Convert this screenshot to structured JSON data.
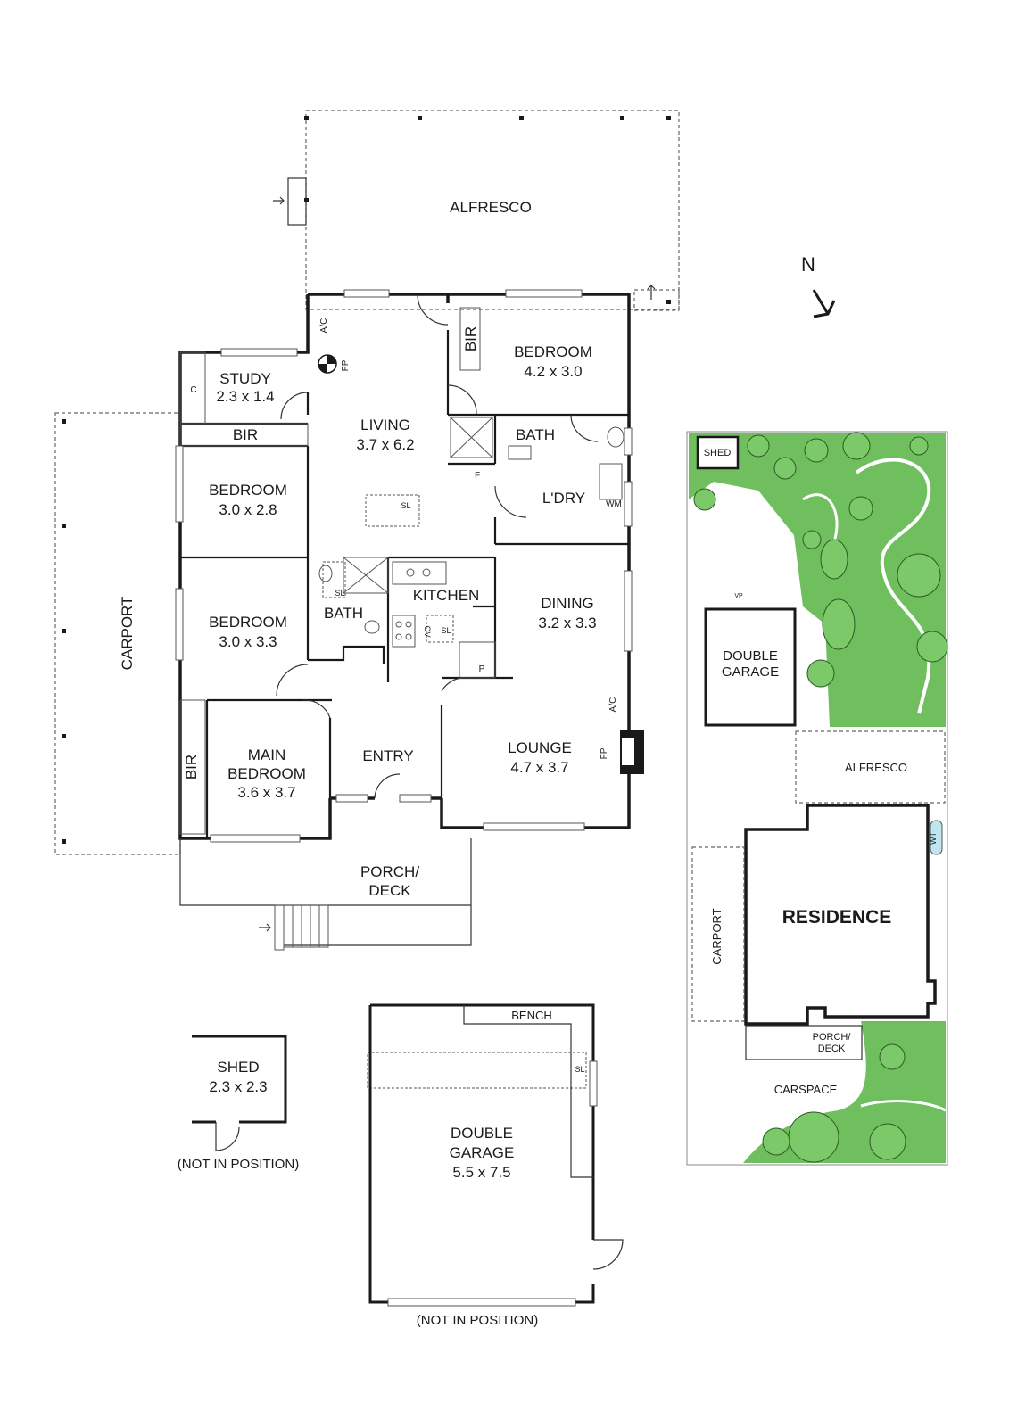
{
  "compass": {
    "label": "N"
  },
  "rooms": {
    "alfresco": "ALFRESCO",
    "bedroom1_name": "BEDROOM",
    "bedroom1_size": "4.2 x 3.0",
    "study_name": "STUDY",
    "study_size": "2.3 x 1.4",
    "living_name": "LIVING",
    "living_size": "3.7 x 6.2",
    "bedroom2_name": "BEDROOM",
    "bedroom2_size": "3.0 x 2.8",
    "bedroom3_name": "BEDROOM",
    "bedroom3_size": "3.0 x 3.3",
    "main_line1": "MAIN",
    "main_line2": "BEDROOM",
    "main_size": "3.6 x 3.7",
    "bath1": "BATH",
    "bath2": "BATH",
    "laundry": "L'DRY",
    "kitchen": "KITCHEN",
    "dining_name": "DINING",
    "dining_size": "3.2 x 3.3",
    "lounge_name": "LOUNGE",
    "lounge_size": "4.7 x 3.7",
    "entry": "ENTRY",
    "porch_line1": "PORCH/",
    "porch_line2": "DECK",
    "carport": "CARPORT",
    "bir": "BIR"
  },
  "fixtures": {
    "ac": "A/C",
    "fp": "FP",
    "sl": "SL",
    "f": "F",
    "wm": "WM",
    "c": "C",
    "ov": "OV",
    "p": "P"
  },
  "outbuildings": {
    "shed_name": "SHED",
    "shed_size": "2.3 x 2.3",
    "garage_line1": "DOUBLE",
    "garage_line2": "GARAGE",
    "garage_size": "5.5 x 7.5",
    "bench": "BENCH",
    "not_in_position": "(NOT IN POSITION)"
  },
  "site": {
    "shed": "SHED",
    "garage_line1": "DOUBLE",
    "garage_line2": "GARAGE",
    "alfresco": "ALFRESCO",
    "residence": "RESIDENCE",
    "carport": "CARPORT",
    "porch_line1": "PORCH/",
    "porch_line2": "DECK",
    "carspace": "CARSPACE",
    "wt": "WT",
    "vp": "VP"
  }
}
